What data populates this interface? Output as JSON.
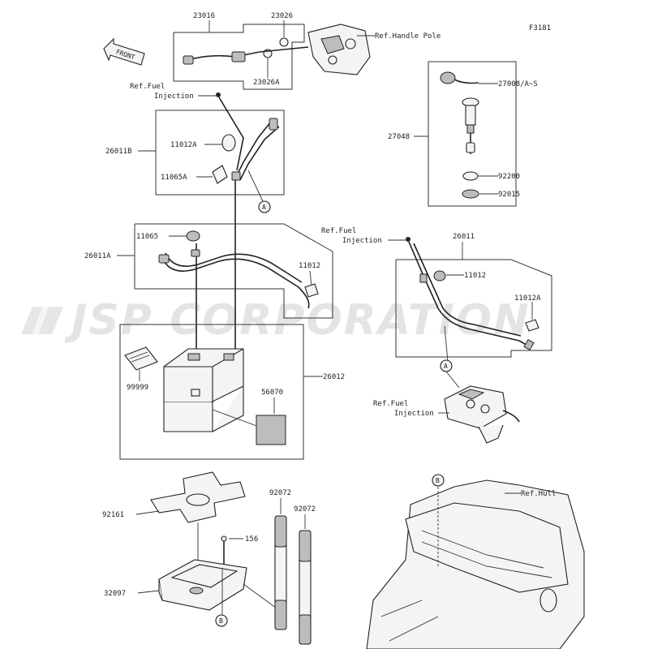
{
  "figure_id": "F3181",
  "watermark": "JSP CORPORATION",
  "front_label": "FRONT",
  "refs": {
    "handle_pole": "Ref.Handle Pole",
    "fuel_injection_1_line1": "Ref.Fuel",
    "fuel_injection_1_line2": "Injection",
    "fuel_injection_2_line1": "Ref.Fuel",
    "fuel_injection_2_line2": "Injection",
    "fuel_injection_3_line1": "Ref.Fuel",
    "fuel_injection_3_line2": "Injection",
    "hull": "Ref.Hull"
  },
  "parts": {
    "p23016": "23016",
    "p23026": "23026",
    "p23026A": "23026A",
    "p27008": "27008/A~S",
    "p27048": "27048",
    "p92200": "92200",
    "p92015": "92015",
    "p26011B": "26011B",
    "p11012A_top": "11012A",
    "p11065A": "11065A",
    "p11065": "11065",
    "p26011A": "26011A",
    "p11012_left": "11012",
    "p26011": "26011",
    "p11012_right": "11012",
    "p11012A_right": "11012A",
    "p26012": "26012",
    "p99999": "99999",
    "p56070": "56070",
    "p92161": "92161",
    "p92072_a": "92072",
    "p92072_b": "92072",
    "p156": "156",
    "p32097": "32097"
  },
  "callouts": {
    "a_top": "A",
    "a_right": "A",
    "b_bottom": "B",
    "b_hull": "B"
  }
}
